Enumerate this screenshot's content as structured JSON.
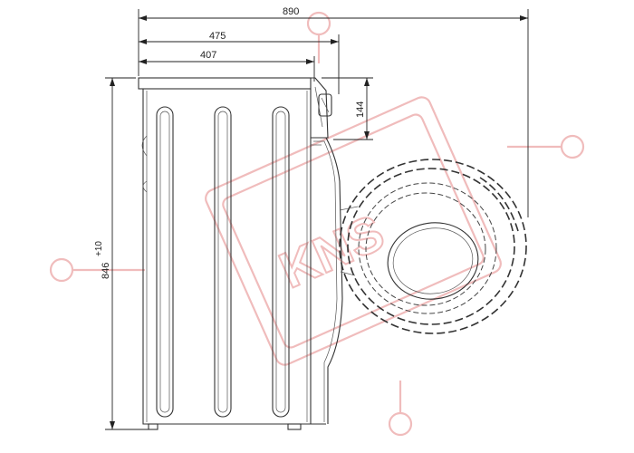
{
  "dimensions": {
    "total_depth": "890",
    "depth_with_door": "475",
    "body_depth": "407",
    "panel_height": "144",
    "height": "846",
    "height_tolerance": "+10"
  },
  "watermark": {
    "text": "KNS"
  },
  "colors": {
    "line": "#333333",
    "watermark": "#f0bcbc"
  }
}
